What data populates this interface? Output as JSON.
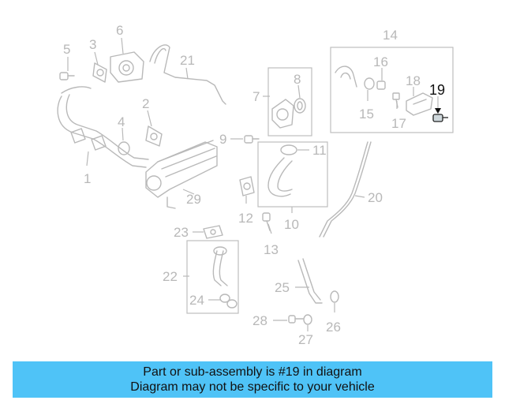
{
  "callouts": {
    "c1": "1",
    "c2": "2",
    "c3": "3",
    "c4": "4",
    "c5": "5",
    "c6": "6",
    "c7": "7",
    "c8": "8",
    "c9": "9",
    "c10": "10",
    "c11": "11",
    "c12": "12",
    "c13": "13",
    "c14": "14",
    "c15": "15",
    "c16": "16",
    "c17": "17",
    "c18": "18",
    "c19": "19",
    "c20": "20",
    "c21": "21",
    "c22": "22",
    "c23": "23",
    "c24": "24",
    "c25": "25",
    "c26": "26",
    "c27": "27",
    "c28": "28",
    "c29": "29"
  },
  "highlight_color": "#111111",
  "part_color": "#b9b9b9",
  "banner": {
    "line1": "Part or sub-assembly is #19 in diagram",
    "line2": "Diagram may not be specific to your vehicle",
    "color": "#4fc3f7"
  }
}
